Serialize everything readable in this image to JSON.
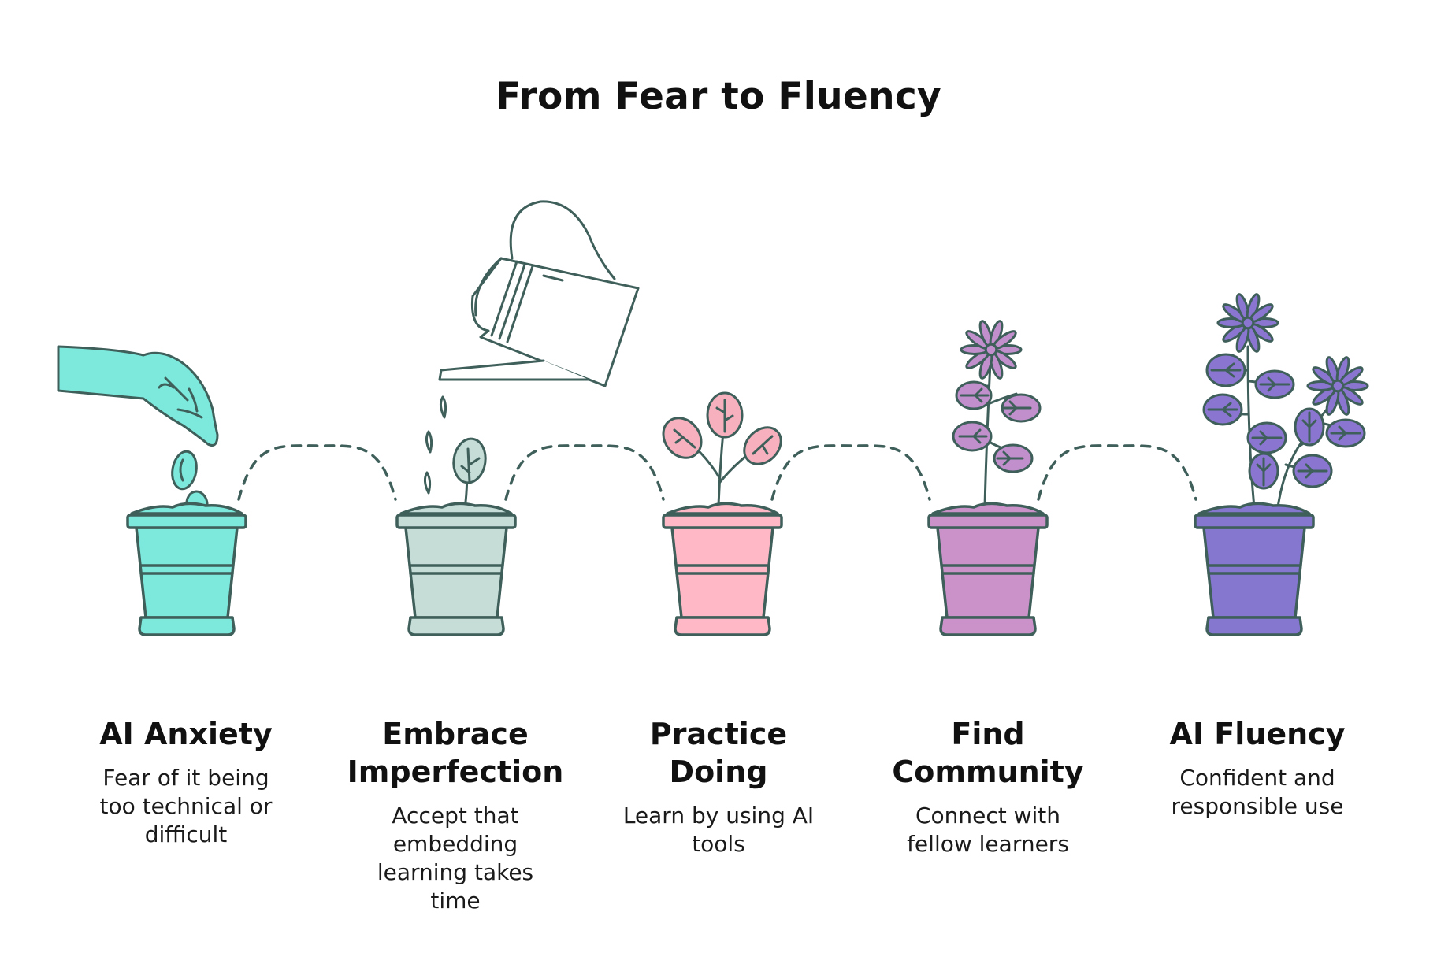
{
  "title": "From Fear to Fluency",
  "colors": {
    "outline": "#3f5f5b",
    "stage_1": "#7ce9dc",
    "stage_2": "#c6ddd7",
    "stage_3": "#ffb8c6",
    "stage_4": "#cb92ca",
    "stage_5": "#8576d0",
    "leaf_3": "#f7b0bd",
    "leaf_4": "#c18fcc",
    "leaf_5": "#8a76d0"
  },
  "stages": [
    {
      "title_lines": [
        "AI Anxiety"
      ],
      "desc_lines": [
        "Fear of it being",
        "too technical or",
        "difficult"
      ],
      "illustration": "hand-dropping-seeds-icon"
    },
    {
      "title_lines": [
        "Embrace",
        "Imperfection"
      ],
      "desc_lines": [
        "Accept that",
        "embedding",
        "learning takes",
        "time"
      ],
      "illustration": "watering-can-icon"
    },
    {
      "title_lines": [
        "Practice",
        "Doing"
      ],
      "desc_lines": [
        "Learn by using AI",
        "tools"
      ],
      "illustration": "seedling-icon"
    },
    {
      "title_lines": [
        "Find",
        "Community"
      ],
      "desc_lines": [
        "Connect with",
        "fellow learners"
      ],
      "illustration": "flowering-plant-icon"
    },
    {
      "title_lines": [
        "AI Fluency"
      ],
      "desc_lines": [
        "Confident and",
        "responsible use"
      ],
      "illustration": "two-flower-plant-icon"
    }
  ]
}
